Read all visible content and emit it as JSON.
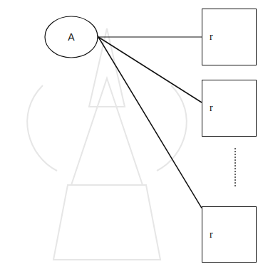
{
  "diagram": {
    "nodes": [
      {
        "text": [
          "A"
        ]
      },
      {
        "text": [
          "r"
        ]
      },
      {
        "text": [
          "r"
        ]
      },
      {
        "text": [
          "r"
        ]
      }
    ],
    "edges": [
      {
        "from": 0,
        "to": 1,
        "arrow": "none"
      },
      {
        "from": 0,
        "to": 2,
        "arrow": "none"
      },
      {
        "from": 0,
        "to": 3,
        "arrow": "none"
      }
    ]
  }
}
